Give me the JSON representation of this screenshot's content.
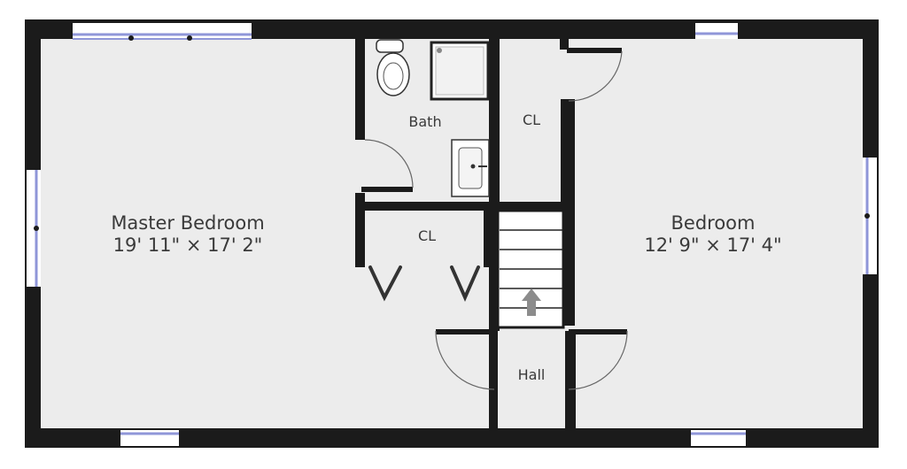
{
  "rooms": {
    "master_bedroom": {
      "name": "Master Bedroom",
      "dimensions": "19' 11\" × 17' 2\""
    },
    "bedroom": {
      "name": "Bedroom",
      "dimensions": "12' 9\" × 17' 4\""
    },
    "bath": {
      "name": "Bath"
    },
    "closet_upper": {
      "name": "CL"
    },
    "closet_lower": {
      "name": "CL"
    },
    "hall": {
      "name": "Hall"
    }
  },
  "colors": {
    "wall": "#1b1b1b",
    "floor": "#ececec",
    "window": "#8f96d8",
    "fixture": "#ffffff",
    "arrow": "#8c8c8c"
  }
}
